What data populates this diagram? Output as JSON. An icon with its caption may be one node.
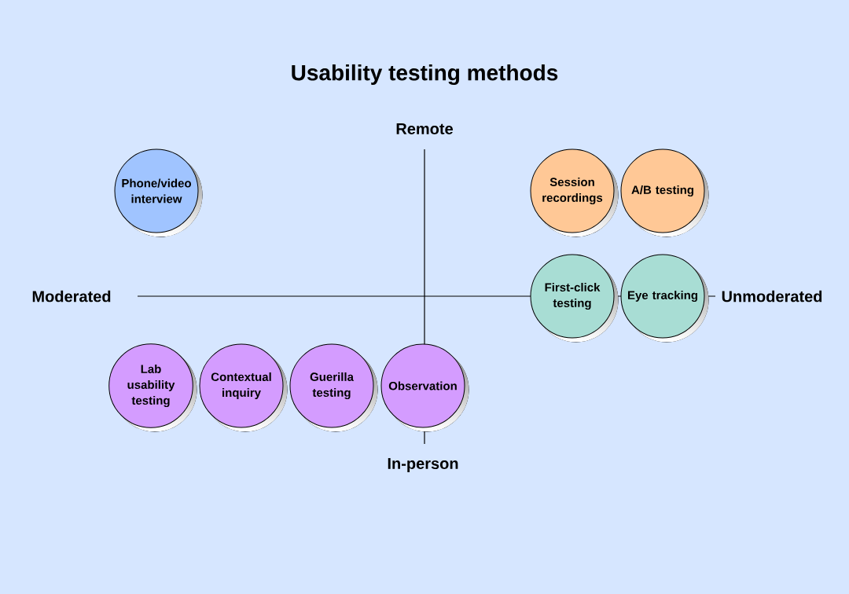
{
  "diagram": {
    "title": "Usability testing methods",
    "nodes": [
      {
        "text": [
          "Phone/video interview"
        ]
      },
      {
        "text": [
          "Session recordings"
        ]
      },
      {
        "text": [
          "A/B testing"
        ]
      },
      {
        "text": [
          "First-click testing"
        ]
      },
      {
        "text": [
          "Eye tracking"
        ]
      },
      {
        "text": [
          "Lab usability testing"
        ]
      },
      {
        "text": [
          "Contextual inquiry"
        ]
      },
      {
        "text": [
          "Guerilla testing"
        ]
      },
      {
        "text": [
          "Observation"
        ]
      }
    ],
    "labels": [
      "Remote",
      "Moderated",
      "Unmoderated",
      "In-person"
    ]
  }
}
